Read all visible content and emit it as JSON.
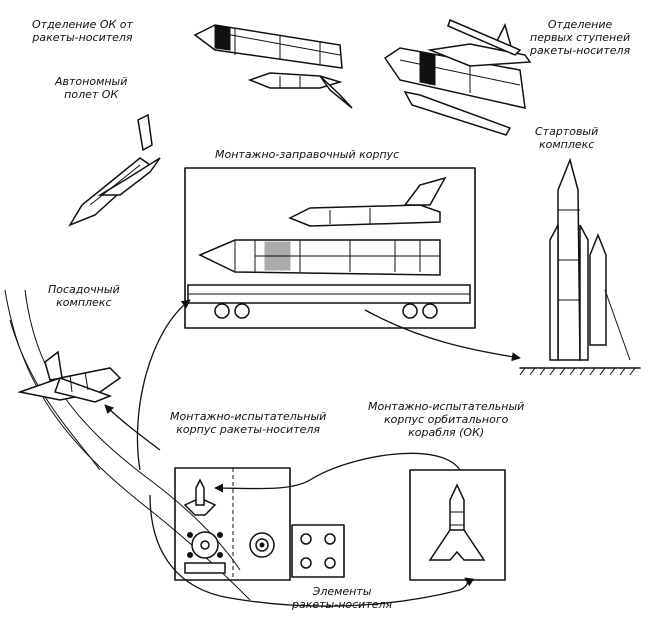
{
  "labels": {
    "separation_ok": [
      "Отделение ОК от",
      "ракеты-носителя"
    ],
    "separation_stages": [
      "Отделение",
      "первых ступеней",
      "ракеты-носителя"
    ],
    "autonomous_flight": [
      "Автономный",
      "полет ОК"
    ],
    "assembly_fueling": "Монтажно-заправочный корпус",
    "launch_complex": [
      "Стартовый",
      "комплекс"
    ],
    "landing_complex": [
      "Посадочный",
      "комплекс"
    ],
    "lv_test_building": [
      "Монтажно-испытательный",
      "корпус ракеты-носителя"
    ],
    "ok_test_building": [
      "Монтажно-испытательный",
      "корпус орбитального",
      "корабля (ОК)"
    ],
    "lv_elements": [
      "Элементы",
      "ракеты-носителя"
    ]
  },
  "colors": {
    "ink": "#111111",
    "paper": "#ffffff"
  }
}
